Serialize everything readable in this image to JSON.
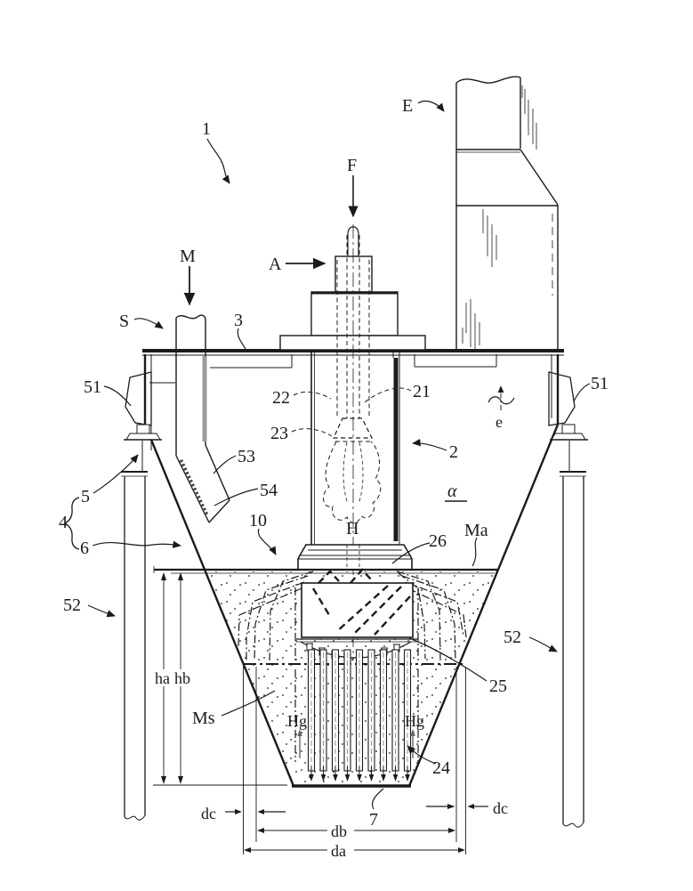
{
  "figure": {
    "kind": "patent-style sectional technical drawing",
    "reference_numerals": {
      "n1": "1",
      "n2": "2",
      "n3": "3",
      "n4": "4",
      "n5": "5",
      "n6": "6",
      "n7": "7",
      "n10": "10",
      "n21": "21",
      "n22": "22",
      "n23": "23",
      "n24": "24",
      "n25": "25",
      "n26": "26",
      "n51_left": "51",
      "n51_right": "51",
      "n52_left": "52",
      "n52_right": "52",
      "n53": "53",
      "n54": "54"
    },
    "letter_labels": {
      "F": "F",
      "A": "A",
      "M": "M",
      "S": "S",
      "E": "E",
      "e": "e",
      "alpha": "α",
      "H": "H",
      "Ma": "Ma",
      "Ms": "Ms",
      "Hg_left": "Hg",
      "Hg_right": "Hg"
    },
    "dimension_labels": {
      "ha": "ha",
      "hb": "hb",
      "dc_left": "dc",
      "dc_right": "dc",
      "db": "db",
      "da": "da"
    }
  },
  "colors": {
    "ink": "#1b1b1b",
    "paper": "#ffffff",
    "shade_gray": "#9a9a9a",
    "hatch_dark": "#444444"
  }
}
